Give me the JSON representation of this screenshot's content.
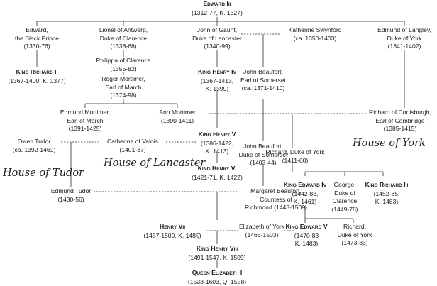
{
  "persons": {
    "edward3": {
      "name": "Edward III",
      "l1": "(1312-77, K. 1327)"
    },
    "black_prince": {
      "l0": "Edward,",
      "l1": "the Black Prince",
      "l2": "(1330-76)"
    },
    "richard2": {
      "name": "King Richard II",
      "l1": "(1367-1400, K. 1377)"
    },
    "lionel": {
      "l0": "Lionel of Antwerp,",
      "l1": "Duke of Clarence",
      "l2": "(1338-68)"
    },
    "philippa": {
      "l0": "Philippa of Clarence",
      "l1": "(1355-82)"
    },
    "roger": {
      "l0": "Roger Mortimer,",
      "l1": "Earl of March",
      "l2": "(1374-98)"
    },
    "edmund_mortimer": {
      "l0": "Edmund Mortimer,",
      "l1": "Earl of March",
      "l2": "(1391-1425)"
    },
    "ann_mortimer": {
      "l0": "Ann Mortimer",
      "l1": "(1390-1411)"
    },
    "gaunt": {
      "l0": "John of Gaunt,",
      "l1": "Duke of Lancaster",
      "l2": "(1340-99)"
    },
    "swynford": {
      "l0": "Katherine Swynford",
      "l1": "(ca. 1350-1403)"
    },
    "henry4": {
      "name": "King Henry IV",
      "l1": "(1367-1413,",
      "l2": "K. 1399)"
    },
    "jb_somerset1": {
      "l0": "John Beaufort,",
      "l1": "Earl of Somerset",
      "l2": "(ca. 1371-1410)"
    },
    "henry5": {
      "name": "King Henry V",
      "l1": "(1386-1422,",
      "l2": "K. 1413)"
    },
    "henry6": {
      "name": "King Henry VI",
      "l1": "(1421-71, K. 1422)"
    },
    "jb_somerset2": {
      "l0": "John Beaufort,",
      "l1": "Duke of Somerset",
      "l2": "(1403-44)"
    },
    "owen_tudor": {
      "l0": "Owen Tudor",
      "l1": "(ca. 1392-1461)"
    },
    "catherine": {
      "l0": "Catherine of Valois",
      "l1": "(1401-37)"
    },
    "edmund_tudor": {
      "l0": "Edmund Tudor",
      "l1": "(1430-56)"
    },
    "margaret": {
      "l0": "Margaret Beaufort,",
      "l1": "Countess of",
      "l2": "Richmond (1443-1509)"
    },
    "langley": {
      "l0": "Edmund of Langley,",
      "l1": "Duke of York",
      "l2": "(1341-1402)"
    },
    "conisburgh": {
      "l0": "Richard of Conisburgh,",
      "l1": "Earl of Cambridge",
      "l2": "(1385-1415)"
    },
    "richard_york": {
      "l0": "Richard, Duke of York",
      "l1": "(1411-60)"
    },
    "edward4": {
      "name": "King Edward IV",
      "l1": "(1442-83,",
      "l2": "K. 1461)"
    },
    "george": {
      "l0": "George,",
      "l1": "Duke of",
      "l2": "Clarence",
      "l3": "(1449-78)"
    },
    "richard3": {
      "name": "King Richard III",
      "l1": "(1452-85,",
      "l2": "K. 1483)"
    },
    "henry7": {
      "name": "Henry VII",
      "l1": "(1457-1509, K. 1485)"
    },
    "elizabeth_york": {
      "l0": "Elizabeth of York",
      "l1": "(1466-1503)"
    },
    "edward5": {
      "name": "King Edward V",
      "l1": "(1470-83",
      "l2": "K. 1483)"
    },
    "richard_yk2": {
      "l0": "Richard,",
      "l1": "Duke of York",
      "l2": "(1473-83)"
    },
    "henry8": {
      "name": "King Henry VIII",
      "l1": "(1491-1547, K. 1509)"
    },
    "elizabeth1": {
      "name": "Queen Elizabeth I",
      "l1": "(1533-1603, Q. 1558)"
    }
  },
  "houses": {
    "tudor": "House of Tudor",
    "lancaster": "House of Lancaster",
    "york": "House of York"
  }
}
